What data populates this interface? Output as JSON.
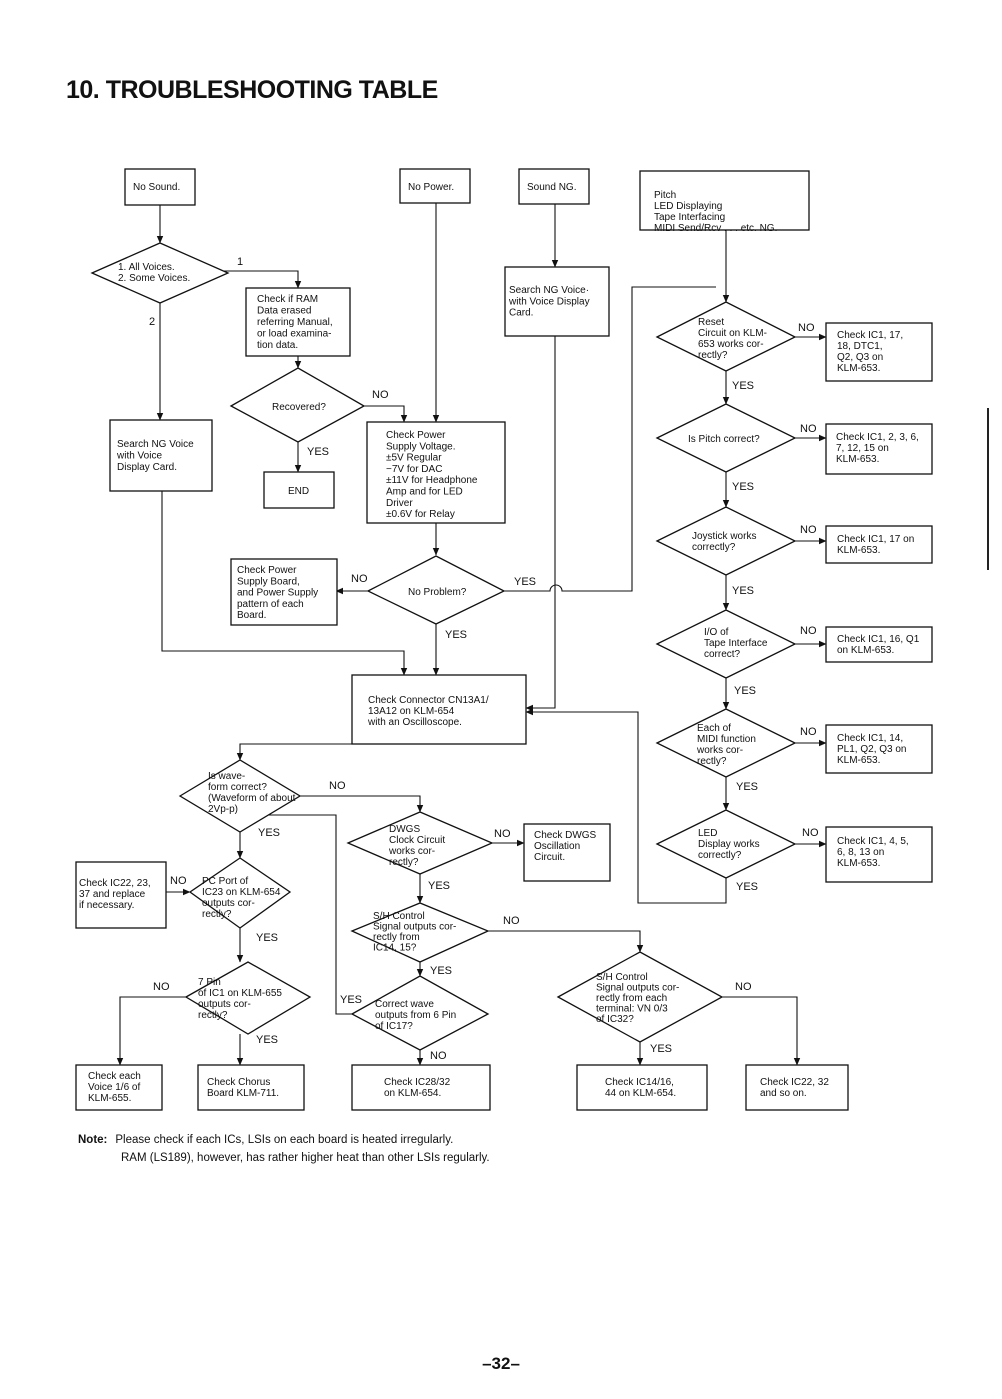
{
  "heading": "10. TROUBLESHOOTING TABLE",
  "nodes": {
    "no_sound": [
      "No Sound."
    ],
    "voices_q": [
      "1. All Voices.",
      "2. Some Voices."
    ],
    "check_ram": [
      "Check if RAM",
      "Data erased",
      "referring Manual,",
      "or load examina-",
      "tion data."
    ],
    "recovered_q": [
      "Recovered?"
    ],
    "end": [
      "END"
    ],
    "search_ng_left": [
      "Search NG Voice",
      "with Voice",
      "Display Card."
    ],
    "no_power": [
      "No Power."
    ],
    "check_power_supply": [
      "Check Power",
      "Supply Voltage.",
      "±5V Regular",
      "−7V for DAC",
      "±11V for Headphone",
      "Amp and for LED",
      "Driver",
      "±0.6V for Relay"
    ],
    "check_power_board": [
      "Check Power",
      "Supply Board,",
      "and Power Supply",
      "pattern of each",
      "Board."
    ],
    "no_problem_q": [
      "No Problem?"
    ],
    "sound_ng": [
      "Sound NG."
    ],
    "search_ng_mid": [
      "Search NG Voice·",
      "with Voice Display",
      "Card."
    ],
    "pitch_led": [
      "Pitch",
      "LED Displaying",
      "Tape Interfacing",
      "MIDI Send/Rcv . . . etc. NG."
    ],
    "reset_q": [
      "Reset",
      "Circuit on KLM-",
      "653 works cor-",
      "rectly?"
    ],
    "check_reset": [
      "Check IC1, 17,",
      "18, DTC1,",
      "Q2, Q3 on",
      "KLM-653."
    ],
    "pitch_q": [
      "Is Pitch correct?"
    ],
    "check_pitch": [
      "Check IC1, 2, 3, 6,",
      "7, 12, 15 on",
      "KLM-653."
    ],
    "joystick_q": [
      "Joystick works",
      "correctly?"
    ],
    "check_joystick": [
      "Check IC1, 17 on",
      "KLM-653."
    ],
    "io_q": [
      "I/O of",
      "Tape Interface",
      "correct?"
    ],
    "check_io": [
      "Check IC1, 16, Q1",
      "on KLM-653."
    ],
    "midi_q": [
      "Each of",
      "MIDI function",
      "works cor-",
      "rectly?"
    ],
    "check_midi": [
      "Check IC1, 14,",
      "PL1, Q2, Q3 on",
      "KLM-653."
    ],
    "led_q": [
      "LED",
      "Display works",
      "correctly?"
    ],
    "check_led": [
      "Check IC1, 4, 5,",
      "6, 8, 13 on",
      "KLM-653."
    ],
    "check_connector": [
      "Check Connector CN13A1/",
      "13A12 on KLM-654",
      "with an Oscilloscope."
    ],
    "waveform_q": [
      "Is wave-",
      "form correct?",
      "(Waveform of about",
      "2Vp-p)"
    ],
    "dwgs_q": [
      "DWGS",
      "Clock Circuit",
      "works cor-",
      "rectly?"
    ],
    "check_dwgs": [
      "Check DWGS",
      "Oscillation",
      "Circuit."
    ],
    "pc_port_q": [
      "PC Port of",
      "IC23 on KLM-654",
      "outputs cor-",
      "rectly?"
    ],
    "check_ic22_23": [
      "Check IC22, 23,",
      "37 and replace",
      "if necessary."
    ],
    "sh_control_q": [
      "S/H Control",
      "Signal outputs cor-",
      "rectly from",
      "IC14, 15?"
    ],
    "pin7_q": [
      "7 Pin",
      "of IC1 on KLM-655",
      "outputs cor-",
      "rectly?"
    ],
    "correct_wave_q": [
      "Correct wave",
      "outputs from 6 Pin",
      "of IC17?"
    ],
    "sh_terminal_q": [
      "S/H Control",
      "Signal outputs cor-",
      "rectly from each",
      "terminal: VN 0/3",
      "of IC32?"
    ],
    "check_voice": [
      "Check each",
      "Voice 1/6 of",
      "KLM-655."
    ],
    "check_chorus": [
      "Check Chorus",
      "Board KLM-711."
    ],
    "check_ic28": [
      "Check IC28/32",
      "on KLM-654."
    ],
    "check_ic14": [
      "Check IC14/16,",
      "44 on KLM-654."
    ],
    "check_ic22_32": [
      "Check IC22, 32",
      "and so on."
    ]
  },
  "labels": {
    "one": "1",
    "two": "2",
    "yes": "YES",
    "no": "NO"
  },
  "note": {
    "label": "Note:",
    "line1": "Please check if each ICs, LSIs on each board is heated irregularly.",
    "line2": "RAM (LS189), however, has rather higher heat than other LSIs regularly."
  },
  "page_number": "–32–"
}
